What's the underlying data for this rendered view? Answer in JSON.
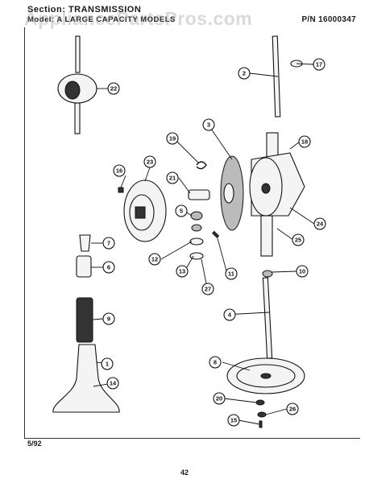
{
  "header": {
    "section": "Section:  TRANSMISSION",
    "model": "Model:  A   LARGE CAPACITY MODELS",
    "part_number": "P/N  16000347"
  },
  "watermark": "AppliancePartsPros.com",
  "footer": {
    "date": "5/92",
    "page": "42"
  },
  "callouts": [
    "1",
    "2",
    "3",
    "4",
    "5",
    "6",
    "7",
    "8",
    "9",
    "10",
    "11",
    "12",
    "13",
    "14",
    "15",
    "16",
    "17",
    "18",
    "19",
    "20",
    "21",
    "22",
    "23",
    "24",
    "25",
    "26",
    "27"
  ]
}
